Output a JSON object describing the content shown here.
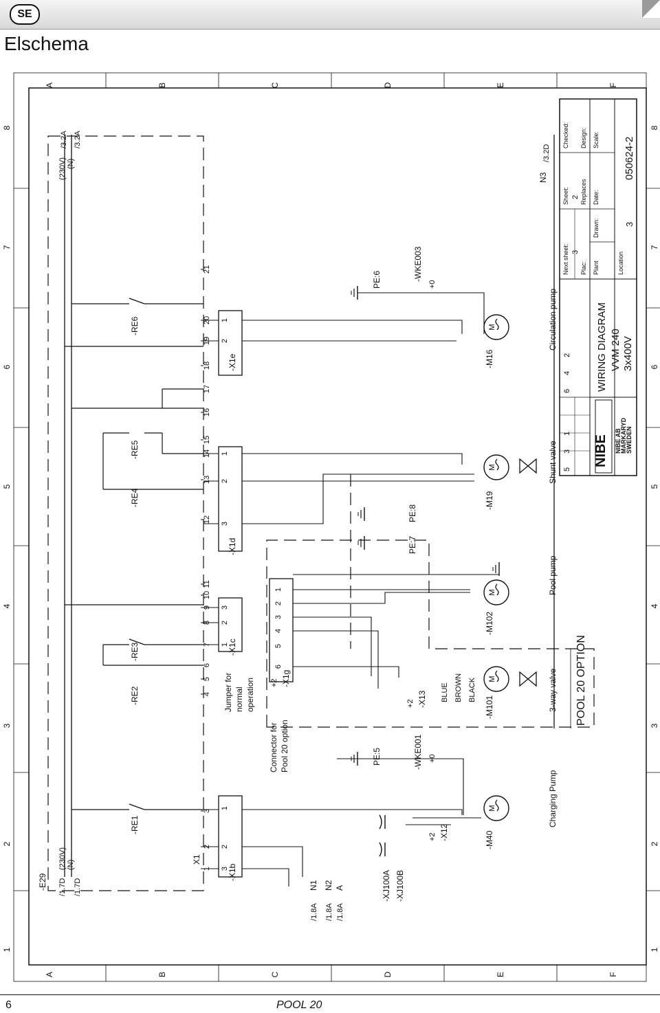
{
  "header": {
    "lang": "SE",
    "title": "Elschema"
  },
  "footer": {
    "page_number": "6",
    "document": "POOL 20"
  },
  "grid": {
    "rows": [
      "A",
      "B",
      "C",
      "D",
      "E",
      "F"
    ],
    "cols": [
      "1",
      "2",
      "3",
      "4",
      "5",
      "6",
      "7",
      "8"
    ]
  },
  "refs": {
    "top_l1": "(230V)",
    "top_l2": "(N)",
    "top_r1": "/3.2A",
    "top_r2": "/3.2A",
    "bot_l1": "/1.7D",
    "bot_l2": "/1.7D",
    "bot_r1": "(230V)",
    "bot_r2": "(N)",
    "e29": "-E29",
    "n1_lbl": "N1",
    "n1_ref": "/1.8A",
    "n2_lbl": "N2",
    "n2_ref": "/1.8A",
    "a_lbl": "A",
    "a_ref": "/1.8A",
    "n3_lbl": "N3",
    "n3_ref": "/3.2D"
  },
  "relays": [
    "-RE1",
    "-RE2",
    "-RE3",
    "-RE4",
    "-RE5",
    "-RE6"
  ],
  "x1": {
    "label": "X1",
    "terminals": [
      "1",
      "2",
      "3",
      "4",
      "5",
      "6",
      "7",
      "8",
      "9",
      "10",
      "11",
      "12",
      "13",
      "14",
      "15",
      "16",
      "17",
      "18",
      "19",
      "20",
      "21"
    ]
  },
  "connectors": {
    "x1b": "-X1b",
    "x1c": "-X1c",
    "x1d": "-X1d",
    "x1e": "-X1e",
    "x1g": "-X1g",
    "x1g_plus": "+2",
    "x12": "-X12",
    "x12_plus": "+2",
    "x13": "-X13",
    "x13_plus": "+2",
    "xj100a": "-XJ100A",
    "xj100b": "-XJ100B"
  },
  "labels": {
    "jumper1": "Jumper for",
    "jumper2": "normal",
    "jumper3": "operation",
    "conn1": "Connector for",
    "conn2": "Pool 20 option",
    "pe5": "PE:5",
    "pe6": "PE:6",
    "pe7": "PE:7",
    "pe8": "PE:8",
    "wke001": "-WKE001",
    "wke003": "-WKE003",
    "plus0": "+0",
    "wire_black": "BLACK",
    "wire_brown": "BROWN",
    "wire_blue": "BLUE"
  },
  "motors": [
    {
      "id": "-M40",
      "name": "Charging Pump"
    },
    {
      "id": "-M101",
      "name": "3-way valve"
    },
    {
      "id": "-M102",
      "name": "Pool pump"
    },
    {
      "id": "-M19",
      "name": "Shunt valve"
    },
    {
      "id": "-M16",
      "name": "Circulation pump"
    }
  ],
  "pool_option": "POOL 20 OPTION",
  "title_block": {
    "next_sheet": "Next sheet:",
    "next_sheet_val": "3",
    "sheet": "Sheet:",
    "sheet_val": "2",
    "checked": "Checked:",
    "plac": "Plac:",
    "plac_val": "3",
    "replaces": "Replaces",
    "design": "Design:",
    "plant": "Plant",
    "drawn": "Drawn:",
    "date": "Date:",
    "scale": "Scale:",
    "title1": "WIRING DIAGRAM",
    "title2": "VVM 240",
    "title3": "3x400V",
    "location": "Location",
    "loc_val": "3",
    "doc_no": "050624-2",
    "logo": "NIBE",
    "company1": "NIBE AB",
    "company2": "MARKARYD",
    "company3": "SWEDEN",
    "rev_a": [
      "5",
      "3",
      "1"
    ],
    "rev_b": [
      "6",
      "4",
      "2"
    ]
  }
}
